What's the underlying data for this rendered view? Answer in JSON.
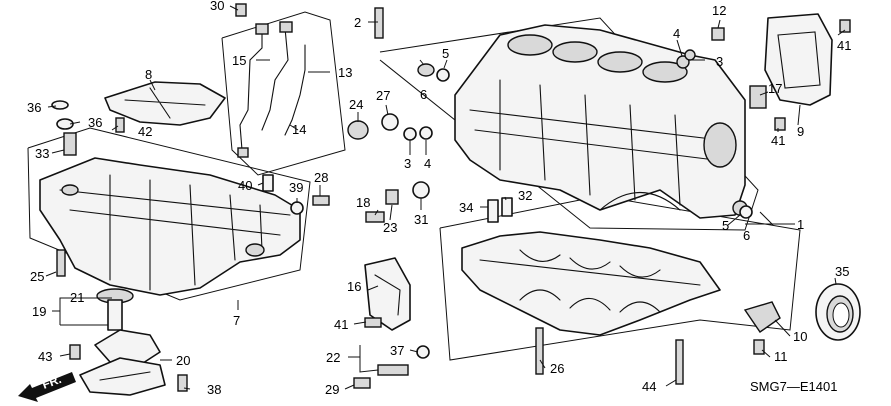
{
  "callouts": {
    "c1": "1",
    "c2": "2",
    "c3a": "3",
    "c3b": "3",
    "c4a": "4",
    "c4b": "4",
    "c5a": "5",
    "c5b": "5",
    "c6a": "6",
    "c6b": "6",
    "c7": "7",
    "c8": "8",
    "c9": "9",
    "c10": "10",
    "c11": "11",
    "c12": "12",
    "c13": "13",
    "c14": "14",
    "c15": "15",
    "c16": "16",
    "c17": "17",
    "c18": "18",
    "c19": "19",
    "c20": "20",
    "c21": "21",
    "c22": "22",
    "c23": "23",
    "c24": "24",
    "c25": "25",
    "c26": "26",
    "c27": "27",
    "c28": "28",
    "c29": "29",
    "c30": "30",
    "c31": "31",
    "c32": "32",
    "c33": "33",
    "c34": "34",
    "c35": "35",
    "c36a": "36",
    "c36b": "36",
    "c37": "37",
    "c38": "38",
    "c39": "39",
    "c40": "40",
    "c41a": "41",
    "c41b": "41",
    "c41c": "41",
    "c42": "42",
    "c43": "43",
    "c44": "44"
  },
  "diagram_code": "SMG7—E1401",
  "direction_label": "FR."
}
